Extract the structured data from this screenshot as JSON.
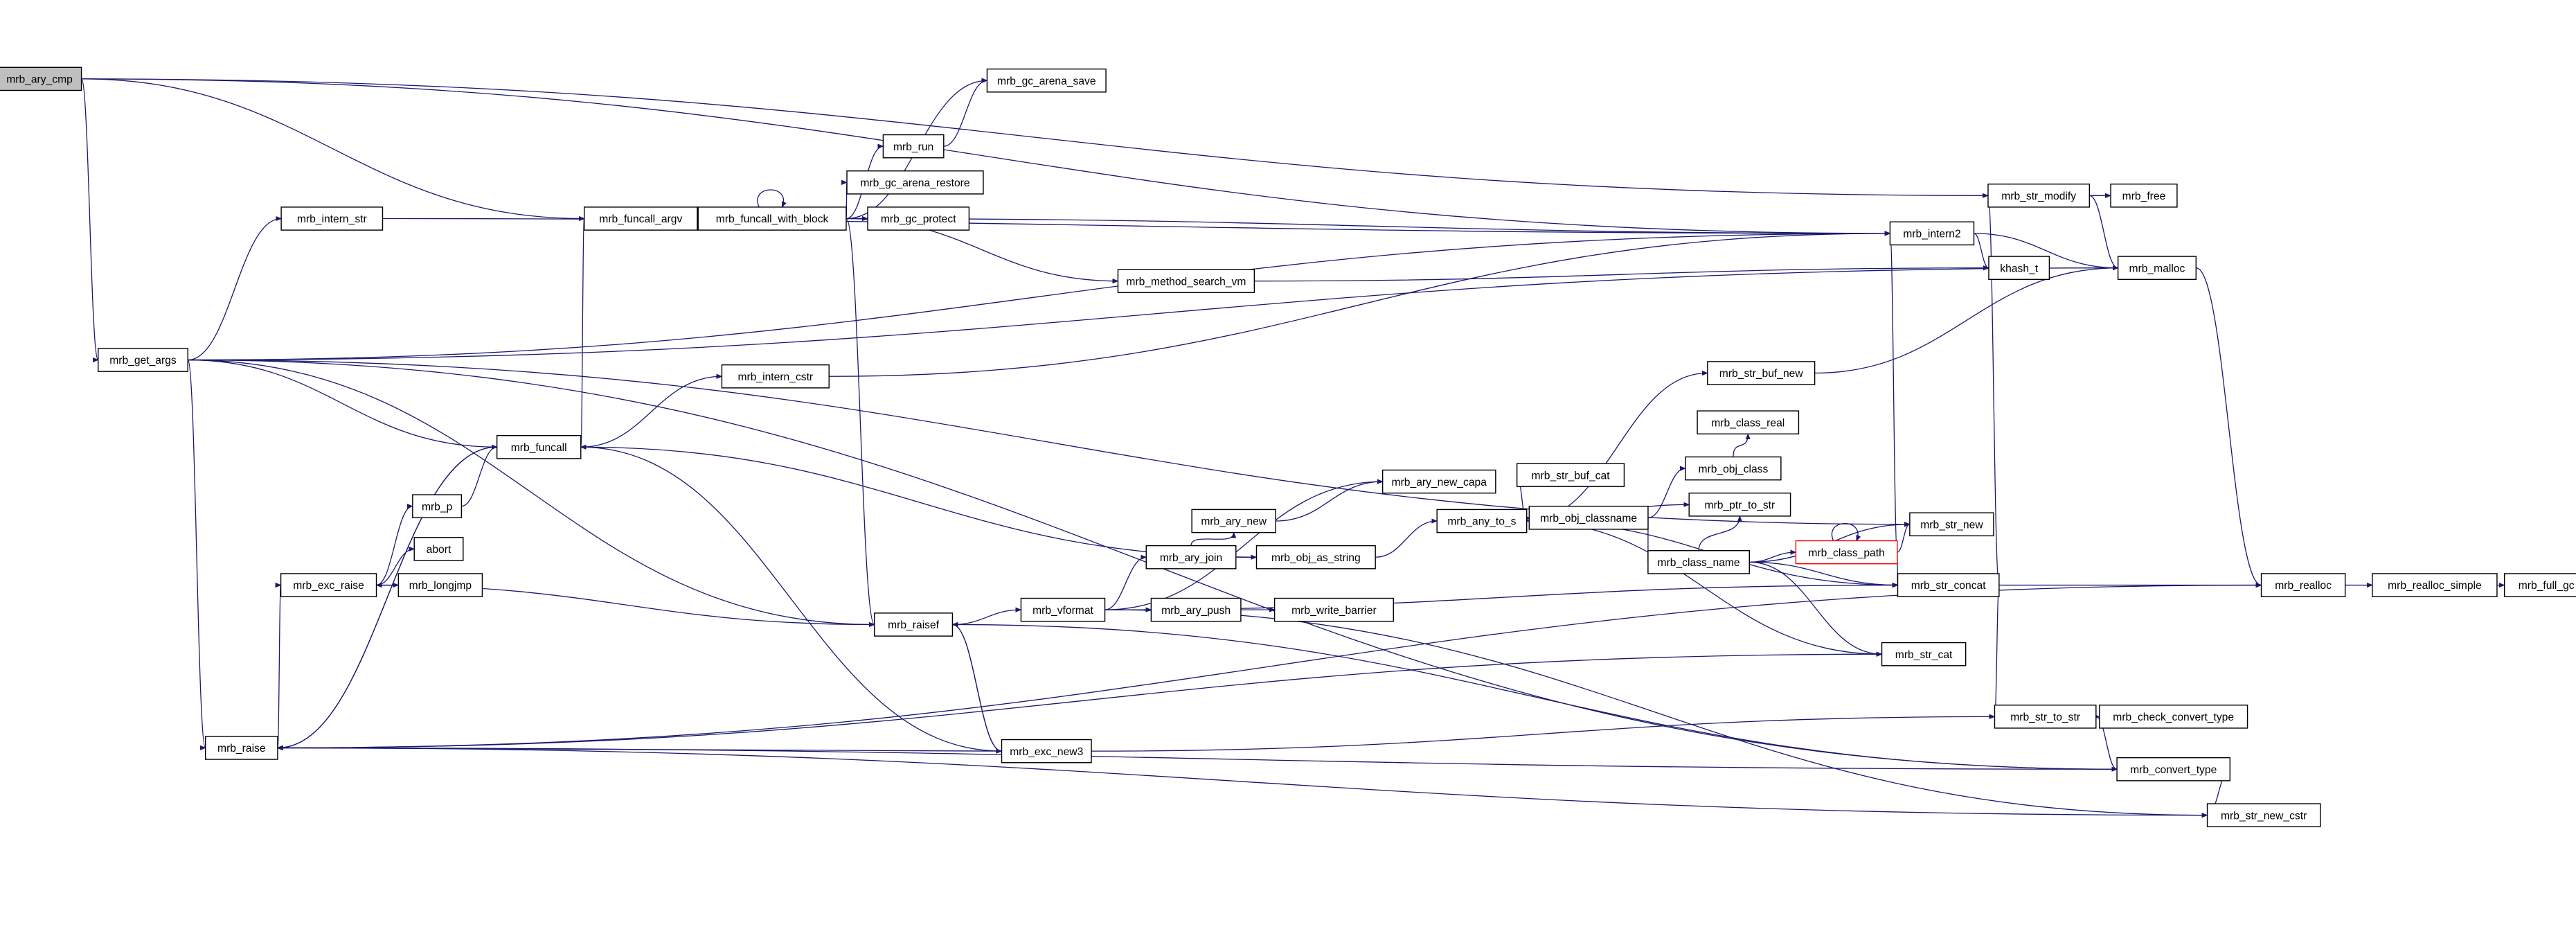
{
  "title": "call graph of mrb_ary_cmp",
  "colors": {
    "edge": "#191970",
    "root_fill": "#bfbfbf",
    "node_border": "#000000",
    "truncated_border": "#ff0000"
  },
  "root": "mrb_ary_cmp",
  "truncated": [
    "mrb_class_path"
  ],
  "nodes": [
    "mrb_ary_cmp",
    "mrb_get_args",
    "mrb_intern_str",
    "mrb_funcall_argv",
    "mrb_funcall_with_block",
    "mrb_run",
    "mrb_gc_arena_save",
    "mrb_gc_arena_restore",
    "mrb_gc_protect",
    "mrb_method_search_vm",
    "mrb_intern2",
    "khash_t",
    "mrb_str_modify",
    "mrb_free",
    "mrb_malloc",
    "mrb_intern_cstr",
    "mrb_funcall",
    "mrb_str_buf_new",
    "mrb_class_real",
    "mrb_obj_class",
    "mrb_ptr_to_str",
    "mrb_str_buf_cat",
    "mrb_obj_classname",
    "mrb_ary_new_capa",
    "mrb_class_name",
    "mrb_class_path",
    "mrb_str_new",
    "mrb_str_concat",
    "mrb_any_to_s",
    "mrb_ary_new",
    "mrb_p",
    "abort",
    "mrb_longjmp",
    "mrb_exc_raise",
    "mrb_ary_join",
    "mrb_obj_as_string",
    "mrb_realloc",
    "mrb_realloc_simple",
    "mrb_full_gc",
    "mrb_str_cat",
    "mrb_raisef",
    "mrb_vformat",
    "mrb_ary_push",
    "mrb_write_barrier",
    "mrb_str_to_str",
    "mrb_check_convert_type",
    "mrb_raise",
    "mrb_exc_new3",
    "mrb_convert_type",
    "mrb_str_new_cstr"
  ],
  "edges": [
    [
      "mrb_ary_cmp",
      "mrb_get_args"
    ],
    [
      "mrb_ary_cmp",
      "mrb_funcall_argv"
    ],
    [
      "mrb_ary_cmp",
      "mrb_intern2"
    ],
    [
      "mrb_ary_cmp",
      "mrb_str_modify"
    ],
    [
      "mrb_get_args",
      "mrb_intern_str"
    ],
    [
      "mrb_get_args",
      "mrb_funcall"
    ],
    [
      "mrb_get_args",
      "mrb_raise"
    ],
    [
      "mrb_get_args",
      "mrb_raisef"
    ],
    [
      "mrb_get_args",
      "mrb_intern2"
    ],
    [
      "mrb_get_args",
      "mrb_str_new"
    ],
    [
      "mrb_get_args",
      "mrb_convert_type"
    ],
    [
      "mrb_get_args",
      "mrb_malloc"
    ],
    [
      "mrb_intern_str",
      "mrb_intern2"
    ],
    [
      "mrb_funcall_argv",
      "mrb_funcall_with_block"
    ],
    [
      "mrb_funcall_with_block",
      "mrb_funcall_with_block"
    ],
    [
      "mrb_funcall_with_block",
      "mrb_run"
    ],
    [
      "mrb_funcall_with_block",
      "mrb_gc_arena_save"
    ],
    [
      "mrb_funcall_with_block",
      "mrb_gc_arena_restore"
    ],
    [
      "mrb_funcall_with_block",
      "mrb_gc_protect"
    ],
    [
      "mrb_funcall_with_block",
      "mrb_intern2"
    ],
    [
      "mrb_funcall_with_block",
      "mrb_method_search_vm"
    ],
    [
      "mrb_funcall_with_block",
      "mrb_raisef"
    ],
    [
      "mrb_run",
      "mrb_gc_arena_save"
    ],
    [
      "mrb_method_search_vm",
      "khash_t"
    ],
    [
      "mrb_intern2",
      "khash_t"
    ],
    [
      "mrb_intern2",
      "mrb_malloc"
    ],
    [
      "mrb_str_modify",
      "mrb_free"
    ],
    [
      "mrb_str_modify",
      "mrb_malloc"
    ],
    [
      "mrb_malloc",
      "mrb_realloc"
    ],
    [
      "mrb_funcall",
      "mrb_funcall_argv"
    ],
    [
      "mrb_funcall",
      "mrb_intern_cstr"
    ],
    [
      "mrb_funcall",
      "mrb_raise"
    ],
    [
      "mrb_intern_cstr",
      "mrb_intern2"
    ],
    [
      "mrb_p",
      "mrb_funcall"
    ],
    [
      "mrb_exc_raise",
      "mrb_p"
    ],
    [
      "mrb_exc_raise",
      "abort"
    ],
    [
      "mrb_exc_raise",
      "mrb_longjmp"
    ],
    [
      "mrb_raise",
      "mrb_exc_raise"
    ],
    [
      "mrb_raise",
      "mrb_funcall"
    ],
    [
      "mrb_raisef",
      "mrb_exc_raise"
    ],
    [
      "mrb_raisef",
      "mrb_vformat"
    ],
    [
      "mrb_raisef",
      "mrb_exc_new3"
    ],
    [
      "mrb_exc_new3",
      "mrb_funcall"
    ],
    [
      "mrb_exc_new3",
      "mrb_raisef"
    ],
    [
      "mrb_exc_new3",
      "mrb_str_to_str"
    ],
    [
      "mrb_exc_new3",
      "mrb_raise"
    ],
    [
      "mrb_vformat",
      "mrb_ary_new_capa"
    ],
    [
      "mrb_vformat",
      "mrb_ary_join"
    ],
    [
      "mrb_vformat",
      "mrb_ary_push"
    ],
    [
      "mrb_vformat",
      "mrb_str_concat"
    ],
    [
      "mrb_vformat",
      "mrb_str_new_cstr"
    ],
    [
      "mrb_ary_push",
      "mrb_write_barrier"
    ],
    [
      "mrb_ary_join",
      "mrb_ary_new"
    ],
    [
      "mrb_ary_join",
      "mrb_obj_as_string"
    ],
    [
      "mrb_ary_new",
      "mrb_ary_new_capa"
    ],
    [
      "mrb_obj_as_string",
      "mrb_any_to_s"
    ],
    [
      "mrb_obj_as_string",
      "mrb_funcall"
    ],
    [
      "mrb_any_to_s",
      "mrb_str_buf_new"
    ],
    [
      "mrb_any_to_s",
      "mrb_str_buf_cat"
    ],
    [
      "mrb_any_to_s",
      "mrb_obj_classname"
    ],
    [
      "mrb_any_to_s",
      "mrb_ptr_to_str"
    ],
    [
      "mrb_any_to_s",
      "mrb_str_cat"
    ],
    [
      "mrb_any_to_s",
      "mrb_str_concat"
    ],
    [
      "mrb_str_buf_new",
      "mrb_malloc"
    ],
    [
      "mrb_obj_classname",
      "mrb_obj_class"
    ],
    [
      "mrb_obj_classname",
      "mrb_class_name"
    ],
    [
      "mrb_obj_class",
      "mrb_class_real"
    ],
    [
      "mrb_class_name",
      "mrb_class_path"
    ],
    [
      "mrb_class_name",
      "mrb_str_new"
    ],
    [
      "mrb_class_name",
      "mrb_str_concat"
    ],
    [
      "mrb_class_name",
      "mrb_ptr_to_str"
    ],
    [
      "mrb_class_name",
      "mrb_str_cat"
    ],
    [
      "mrb_class_path",
      "mrb_class_path"
    ],
    [
      "mrb_class_path",
      "mrb_intern2"
    ],
    [
      "mrb_class_path",
      "mrb_str_new"
    ],
    [
      "mrb_class_path",
      "mrb_str_concat"
    ],
    [
      "mrb_str_concat",
      "mrb_realloc"
    ],
    [
      "mrb_str_concat",
      "mrb_str_modify"
    ],
    [
      "mrb_str_concat",
      "mrb_str_to_str"
    ],
    [
      "mrb_str_cat",
      "mrb_raise"
    ],
    [
      "mrb_realloc",
      "mrb_realloc_simple"
    ],
    [
      "mrb_realloc",
      "mrb_raise"
    ],
    [
      "mrb_realloc_simple",
      "mrb_full_gc"
    ],
    [
      "mrb_str_to_str",
      "mrb_check_convert_type"
    ],
    [
      "mrb_str_to_str",
      "mrb_convert_type"
    ],
    [
      "mrb_convert_type",
      "mrb_raisef"
    ],
    [
      "mrb_convert_type",
      "mrb_str_new_cstr"
    ],
    [
      "mrb_convert_type",
      "mrb_raise"
    ],
    [
      "mrb_str_new_cstr",
      "mrb_raise"
    ]
  ]
}
